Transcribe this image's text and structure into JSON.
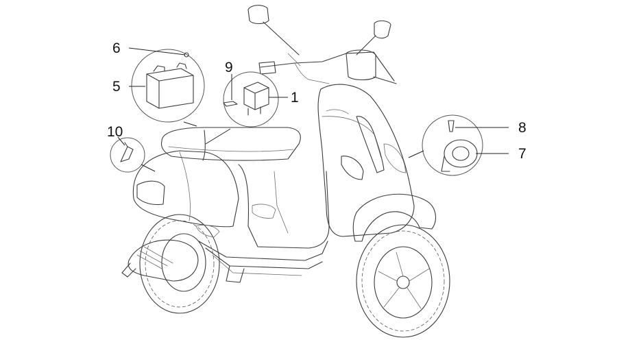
{
  "diagram": {
    "subject": "scooter-electrical-parts-exploded-view",
    "callouts": [
      {
        "id": "c1",
        "text": "1",
        "part": "relay-unit"
      },
      {
        "id": "c5",
        "text": "5",
        "part": "battery"
      },
      {
        "id": "c6",
        "text": "6",
        "part": "battery-terminal-screw"
      },
      {
        "id": "c7",
        "text": "7",
        "part": "horn"
      },
      {
        "id": "c8",
        "text": "8",
        "part": "horn-bolt"
      },
      {
        "id": "c9",
        "text": "9",
        "part": "relay-bolt"
      },
      {
        "id": "c10",
        "text": "10",
        "part": "side-panel-clip"
      }
    ],
    "colors": {
      "line": "#3a3a3a",
      "text": "#111111",
      "background": "#ffffff"
    }
  }
}
